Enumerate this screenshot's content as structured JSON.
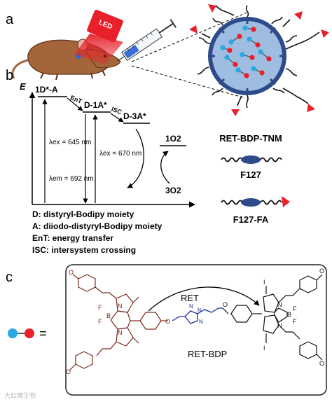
{
  "panels": {
    "a": "a",
    "b": "b",
    "c": "c"
  },
  "panel_a": {
    "led_label": "LED",
    "nanoparticle_label": "RET-BDP-TNM",
    "f127_label": "F127",
    "f127fa_label": "F127-FA"
  },
  "energy_diagram": {
    "axis_label": "E",
    "states": {
      "ground_singlet_excited": "1D*-A",
      "ent_label": "EnT",
      "singlet_acceptor": "D-1A*",
      "isc_label": "ISC",
      "triplet_acceptor": "D-3A*",
      "singlet_oxygen": "1O2",
      "triplet_oxygen": "3O2"
    },
    "lambda_ex_645": "λex = 645 nm",
    "lambda_em_692": "λem = 692 nm",
    "lambda_ex_670": "λex = 670 nm"
  },
  "legend": [
    "D: distyryl-Bodipy moiety",
    "A: diiodo-distyryl-Bodipy moiety",
    "EnT: energy transfer",
    "ISC: intersystem crossing"
  ],
  "panel_c": {
    "equals": "=",
    "ret_label": "RET",
    "molecule_label": "RET-BDP",
    "watermark": "大红鹰生物"
  },
  "colors": {
    "accent_red": "#e8202a",
    "blue_dot": "#29a9e0",
    "nano_fill": "#9fbde0",
    "molecule_brown": "#7a2a1a",
    "linker_blue": "#1a2fa0"
  }
}
